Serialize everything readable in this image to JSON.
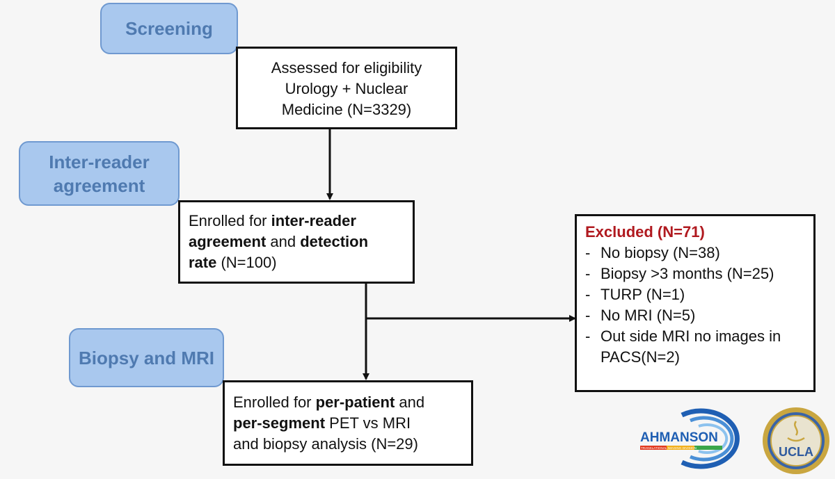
{
  "stages": {
    "screening": "Screening",
    "inter_reader": [
      "Inter-reader",
      "agreement"
    ],
    "biopsy": [
      "Biopsy and",
      "MRI"
    ]
  },
  "assessed": {
    "lines": [
      "Assessed for eligibility",
      "Urology + Nuclear",
      "Medicine (N=3329)"
    ]
  },
  "enrolled_inter": {
    "l1_pre": "Enrolled for ",
    "l1_bold": "inter-reader",
    "l2_bold": "agreement",
    "l2_mid": " and ",
    "l2_bold2": "detection",
    "l3_bold": "rate",
    "l3_post": " (N=100)"
  },
  "enrolled_per": {
    "l1_pre": "Enrolled for ",
    "l1_bold": "per-patient",
    "l1_post": " and",
    "l2_bold": "per-segment",
    "l2_post": " PET vs MRI",
    "l3": "and biopsy analysis (N=29)"
  },
  "excluded": {
    "title": "Excluded  (N=71)",
    "items": [
      [
        "No biopsy (N=38)"
      ],
      [
        "Biopsy >3 months (N=25)"
      ],
      [
        "TURP (N=1)"
      ],
      [
        "No MRI (N=5)"
      ],
      [
        "Out side MRI no images in",
        "PACS(N=2)"
      ]
    ]
  },
  "logos": {
    "ahmanson": "AHMANSON",
    "ahmanson_sub": "TRANSLATIONAL IMAGING DIVISION",
    "ucla": "UCLA"
  },
  "colors": {
    "stage_fill": "#a9c8ee",
    "stage_text": "#4f7ab0",
    "excluded_title": "#b0191f",
    "ahmanson_blue": "#1f5fb3"
  }
}
